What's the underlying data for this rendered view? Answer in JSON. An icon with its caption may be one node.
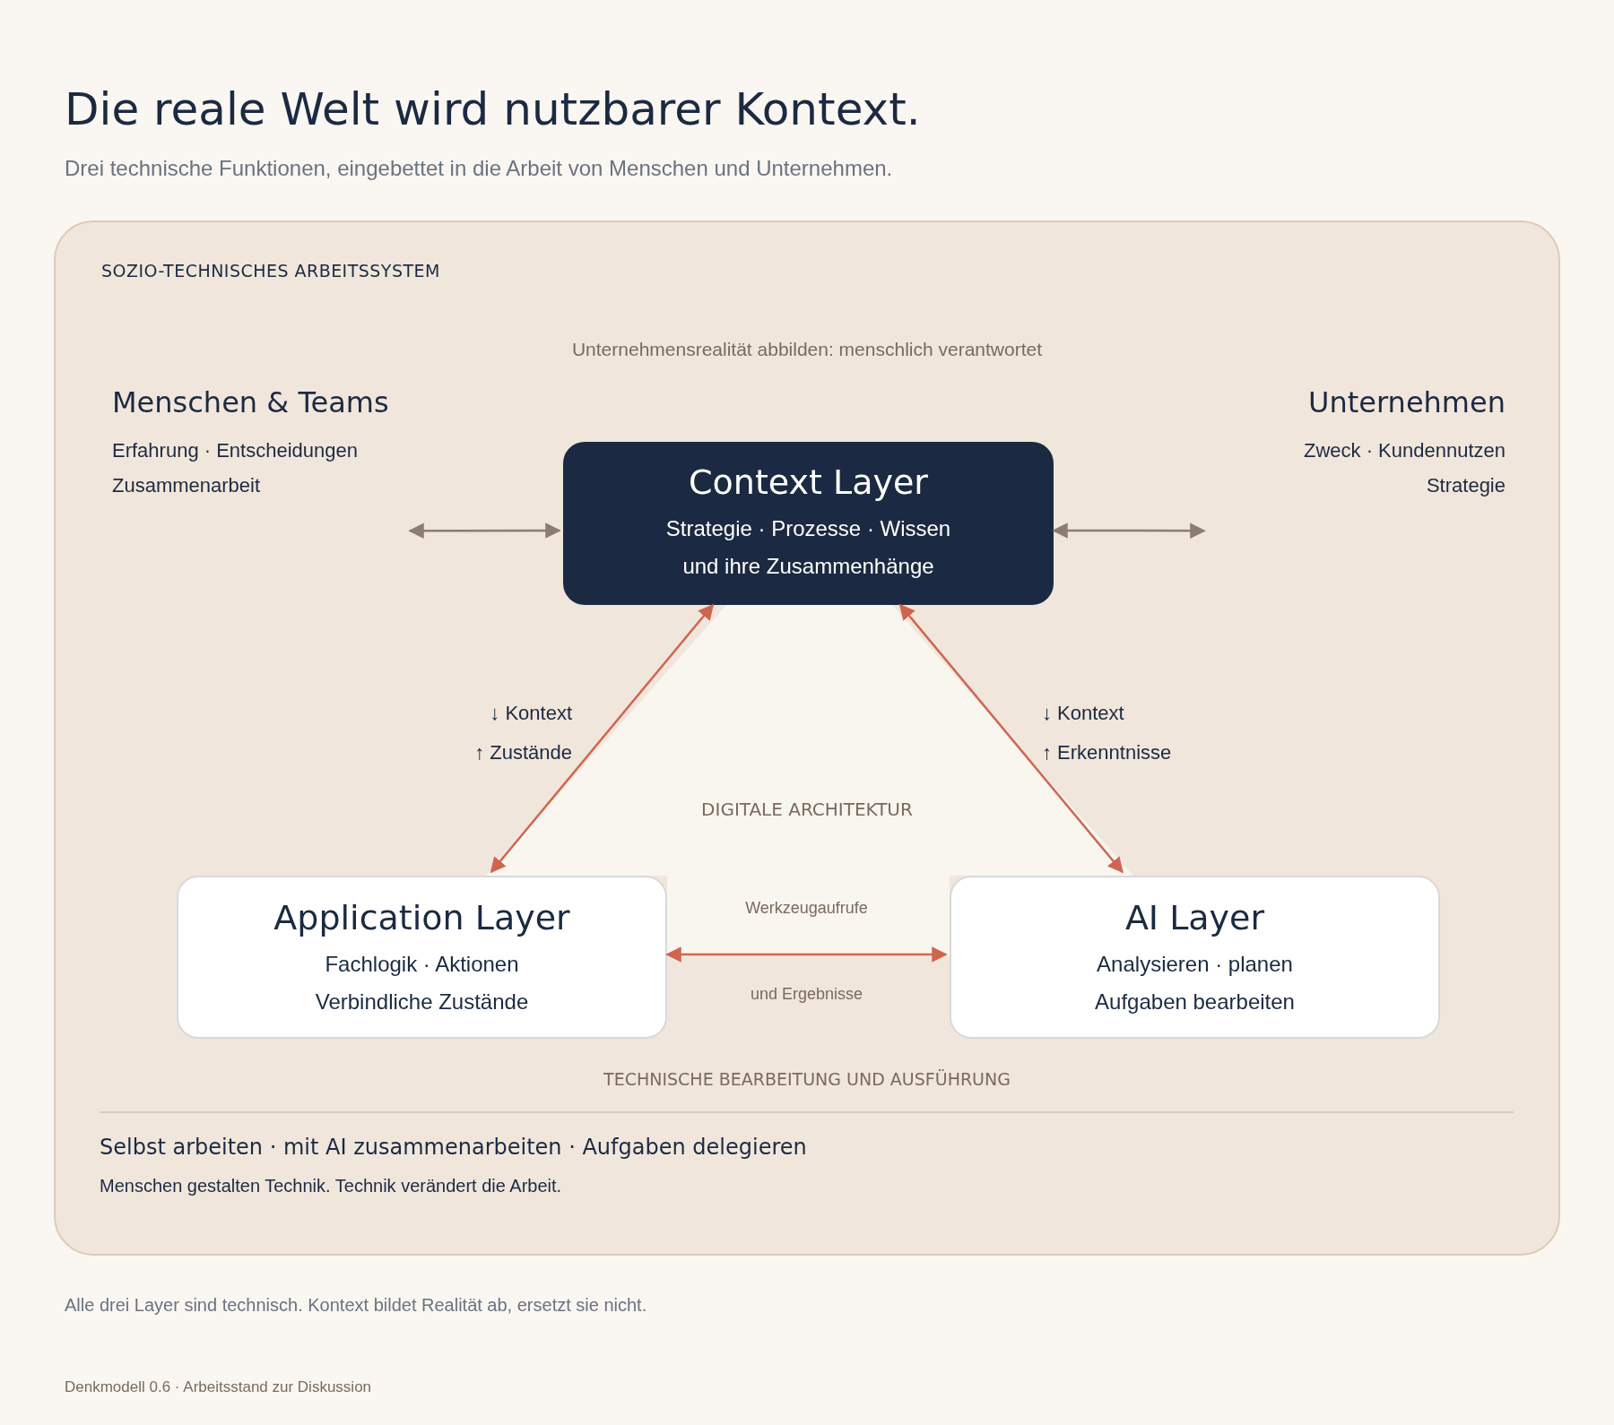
{
  "diagram": {
    "title": "Die reale Welt wird nutzbarer Kontext.",
    "nodes": [
      {
        "text": [
          "SOZIO-TECHNISCHES ARBEITSSYSTEM"
        ]
      },
      {
        "text": [
          "Menschen & Teams",
          "Erfahrung · Entscheidungen",
          "Zusammenarbeit"
        ],
        "in": 0
      },
      {
        "text": [
          "Unternehmen",
          "Zweck · Kundennutzen",
          "Strategie"
        ],
        "in": 0
      },
      {
        "text": [
          "Context Layer",
          "Strategie · Prozesse · Wissen",
          "und ihre Zusammenhänge"
        ],
        "in": 0
      },
      {
        "text": [
          "Application Layer",
          "Fachlogik · Aktionen",
          "Verbindliche Zustände"
        ],
        "in": 0
      },
      {
        "text": [
          "AI Layer",
          "Analysieren · planen",
          "Aufgaben bearbeiten"
        ],
        "in": 0
      }
    ],
    "edges": [
      {
        "from": 1,
        "to": 3,
        "arrow": "both",
        "color": "#8b7d70"
      },
      {
        "from": 3,
        "to": 2,
        "arrow": "both",
        "color": "#8b7d70"
      },
      {
        "from": 3,
        "to": 4,
        "arrow": "both"
      },
      {
        "from": 3,
        "to": 5,
        "arrow": "both"
      },
      {
        "from": 4,
        "to": 5,
        "arrow": "both",
        "label": "Werkzeugaufrufe und Ergebnisse"
      }
    ],
    "labels": [
      "Drei technische Funktionen, eingebettet in die Arbeit von Menschen und Unternehmen.",
      "Unternehmensrealität abbilden: menschlich verantwortet",
      "↓ Kontext",
      "↑ Zustände",
      "↓ Kontext",
      "↑ Erkenntnisse",
      "DIGITALE ARCHITEKTUR",
      "TECHNISCHE BEARBEITUNG UND AUSFÜHRUNG",
      "Selbst arbeiten · mit AI zusammenarbeiten · Aufgaben delegieren",
      "Menschen gestalten Technik. Technik verändert die Arbeit.",
      "Alle drei Layer sind technisch. Kontext bildet Realität ab, ersetzt sie nicht.",
      "Denkmodell 0.6 · Arbeitsstand zur Diskussion"
    ]
  }
}
